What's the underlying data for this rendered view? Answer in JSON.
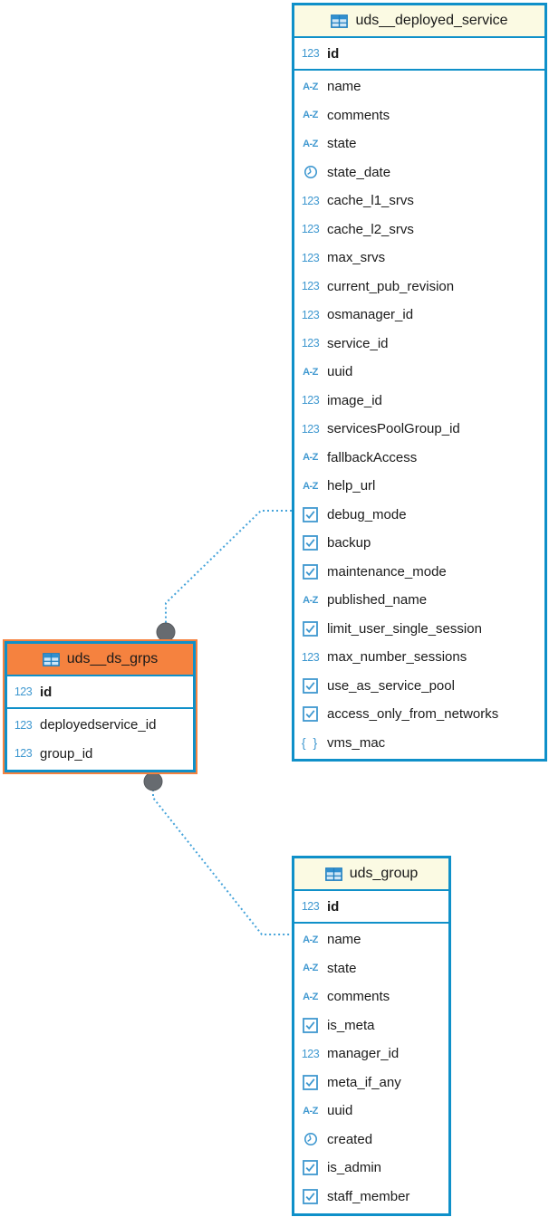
{
  "diagram": {
    "colors": {
      "table_border_blue": "#0f90c9",
      "icon_blue": "#3f98d0",
      "header_cream": "#fbfae3",
      "highlight_orange": "#f5823f",
      "relation_line_blue": "#45a3da",
      "endpoint_gray": "#676b70",
      "field_text": "#1b1b1b"
    },
    "icon_glyphs": {
      "int": "123",
      "text": "A-Z",
      "json": "{ }"
    },
    "tables": [
      {
        "name": "uds__deployed_service",
        "header_color": "#fbfae3",
        "highlighted": false,
        "fields": [
          {
            "name": "id",
            "type": "int",
            "pk": true
          },
          {
            "name": "name",
            "type": "text"
          },
          {
            "name": "comments",
            "type": "text"
          },
          {
            "name": "state",
            "type": "text"
          },
          {
            "name": "state_date",
            "type": "date"
          },
          {
            "name": "cache_l1_srvs",
            "type": "int"
          },
          {
            "name": "cache_l2_srvs",
            "type": "int"
          },
          {
            "name": "max_srvs",
            "type": "int"
          },
          {
            "name": "current_pub_revision",
            "type": "int"
          },
          {
            "name": "osmanager_id",
            "type": "int"
          },
          {
            "name": "service_id",
            "type": "int"
          },
          {
            "name": "uuid",
            "type": "text"
          },
          {
            "name": "image_id",
            "type": "int"
          },
          {
            "name": "servicesPoolGroup_id",
            "type": "int"
          },
          {
            "name": "fallbackAccess",
            "type": "text"
          },
          {
            "name": "help_url",
            "type": "text"
          },
          {
            "name": "debug_mode",
            "type": "bool"
          },
          {
            "name": "backup",
            "type": "bool"
          },
          {
            "name": "maintenance_mode",
            "type": "bool"
          },
          {
            "name": "published_name",
            "type": "text"
          },
          {
            "name": "limit_user_single_session",
            "type": "bool"
          },
          {
            "name": "max_number_sessions",
            "type": "int"
          },
          {
            "name": "use_as_service_pool",
            "type": "bool"
          },
          {
            "name": "access_only_from_networks",
            "type": "bool"
          },
          {
            "name": "vms_mac",
            "type": "json"
          }
        ]
      },
      {
        "name": "uds__ds_grps",
        "header_color": "#f5823f",
        "highlighted": true,
        "fields": [
          {
            "name": "id",
            "type": "int",
            "pk": true
          },
          {
            "name": "deployedservice_id",
            "type": "int"
          },
          {
            "name": "group_id",
            "type": "int"
          }
        ]
      },
      {
        "name": "uds_group",
        "header_color": "#fbfae3",
        "highlighted": false,
        "fields": [
          {
            "name": "id",
            "type": "int",
            "pk": true
          },
          {
            "name": "name",
            "type": "text"
          },
          {
            "name": "state",
            "type": "text"
          },
          {
            "name": "comments",
            "type": "text"
          },
          {
            "name": "is_meta",
            "type": "bool"
          },
          {
            "name": "manager_id",
            "type": "int"
          },
          {
            "name": "meta_if_any",
            "type": "bool"
          },
          {
            "name": "uuid",
            "type": "text"
          },
          {
            "name": "created",
            "type": "date"
          },
          {
            "name": "is_admin",
            "type": "bool"
          },
          {
            "name": "staff_member",
            "type": "bool"
          }
        ]
      }
    ],
    "relations": [
      {
        "from": "uds__ds_grps",
        "to": "uds__deployed_service"
      },
      {
        "from": "uds__ds_grps",
        "to": "uds_group"
      }
    ]
  }
}
